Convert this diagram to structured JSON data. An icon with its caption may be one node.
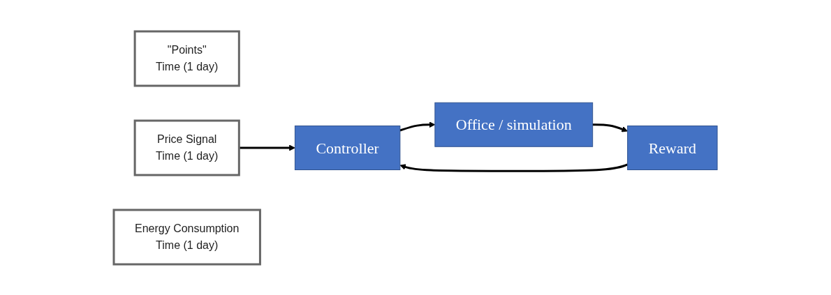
{
  "diagram": {
    "nodes": [
      {
        "text": [
          "\"Points\"",
          "Time (1 day)"
        ]
      },
      {
        "text": [
          "Price Signal",
          "Time (1 day)"
        ]
      },
      {
        "text": [
          "Controller"
        ]
      },
      {
        "text": [
          "Office / simulation"
        ]
      },
      {
        "text": [
          "Energy Consumption",
          "Time (1 day)"
        ]
      },
      {
        "text": [
          "Reward"
        ]
      }
    ],
    "edges": [
      {
        "from": 1,
        "to": 2,
        "arrow": "to"
      },
      {
        "from": 2,
        "to": 3,
        "arrow": "to"
      },
      {
        "from": 3,
        "to": 5,
        "arrow": "to"
      },
      {
        "from": 5,
        "to": 2,
        "arrow": "to"
      }
    ]
  }
}
